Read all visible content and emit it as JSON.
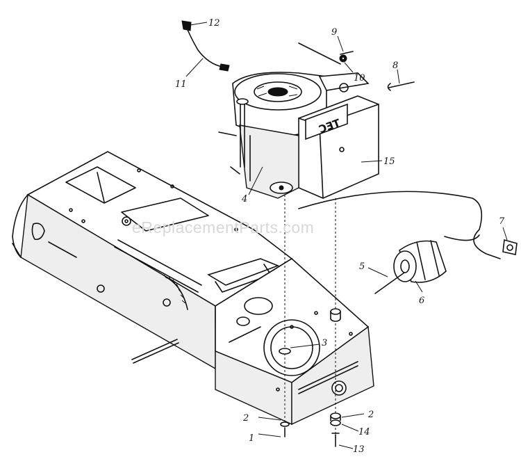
{
  "watermark": "eReplacementParts.com",
  "engine_badge": "TEC",
  "callouts": {
    "c1": "1",
    "c2a": "2",
    "c2b": "2",
    "c3": "3",
    "c4": "4",
    "c5": "5",
    "c6": "6",
    "c7": "7",
    "c8": "8",
    "c9": "9",
    "c10": "10",
    "c11": "11",
    "c12": "12",
    "c13": "13",
    "c14": "14",
    "c15": "15"
  }
}
